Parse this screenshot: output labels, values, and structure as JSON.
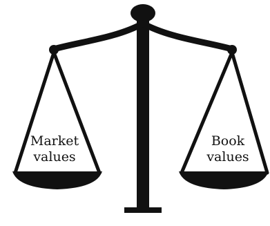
{
  "scale": {
    "left_pan": {
      "line1": "Market",
      "line2": "values"
    },
    "right_pan": {
      "line1": "Book",
      "line2": "values"
    }
  },
  "colors": {
    "ink": "#111111",
    "background": "#ffffff"
  }
}
